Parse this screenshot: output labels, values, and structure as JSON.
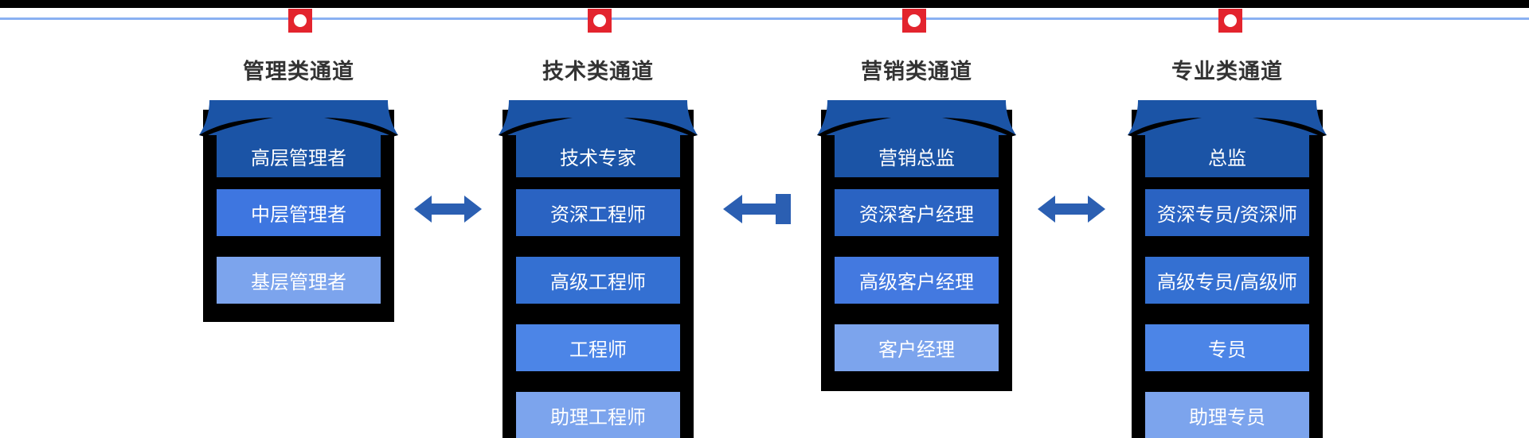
{
  "palette": {
    "top_bar": "#000000",
    "timeline": "#8ab1f2",
    "marker": "#e3242e",
    "marker_dot": "#ffffff",
    "ladder_black": "#000000",
    "cap_blue": "#1b54a6",
    "arrow_blue": "#2b5fb2",
    "title_text": "#333333",
    "level_text": "#ffffff"
  },
  "timeline": {
    "marker_count": 4
  },
  "channels": [
    {
      "title": "管理类通道",
      "levels": [
        {
          "label": "高层管理者",
          "color": "#1b54a6"
        },
        {
          "label": "中层管理者",
          "color": "#3e76e0"
        },
        {
          "label": "基层管理者",
          "color": "#7ca4ed"
        }
      ]
    },
    {
      "title": "技术类通道",
      "levels": [
        {
          "label": "技术专家",
          "color": "#1b54a6"
        },
        {
          "label": "资深工程师",
          "color": "#2a63c2"
        },
        {
          "label": "高级工程师",
          "color": "#3470d2"
        },
        {
          "label": "工程师",
          "color": "#4c85e7"
        },
        {
          "label": "助理工程师",
          "color": "#7ca4ed"
        }
      ]
    },
    {
      "title": "营销类通道",
      "levels": [
        {
          "label": "营销总监",
          "color": "#1b54a6"
        },
        {
          "label": "资深客户经理",
          "color": "#2a63c2"
        },
        {
          "label": "高级客户经理",
          "color": "#4379e0"
        },
        {
          "label": "客户经理",
          "color": "#7ca4ed"
        }
      ]
    },
    {
      "title": "专业类通道",
      "levels": [
        {
          "label": "总监",
          "color": "#1b54a6"
        },
        {
          "label": "资深专员/资深师",
          "color": "#2a63c2"
        },
        {
          "label": "高级专员/高级师",
          "color": "#3470d2"
        },
        {
          "label": "专员",
          "color": "#4c85e7"
        },
        {
          "label": "助理专员",
          "color": "#7ca4ed"
        }
      ]
    }
  ],
  "arrows": [
    {
      "id": "arrow-1",
      "type": "double-headed",
      "between": [
        "管理类通道",
        "技术类通道"
      ]
    },
    {
      "id": "arrow-2",
      "type": "single-left",
      "between": [
        "技术类通道",
        "营销类通道"
      ]
    },
    {
      "id": "arrow-3",
      "type": "double-headed",
      "between": [
        "营销类通道",
        "专业类通道"
      ]
    }
  ]
}
